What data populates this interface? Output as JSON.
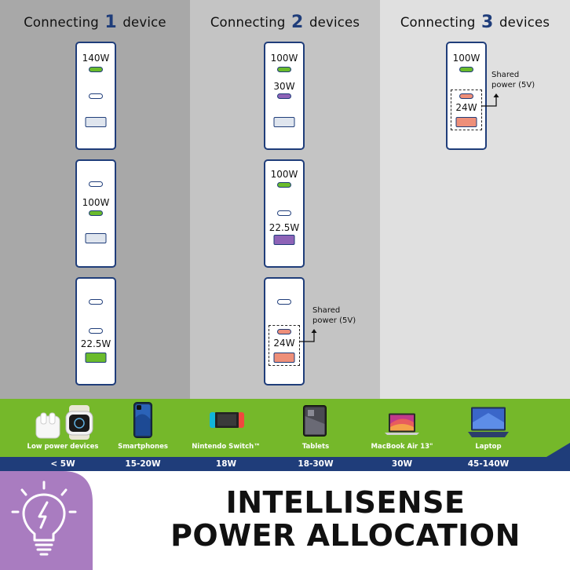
{
  "columns": [
    {
      "title_prefix": "Connecting",
      "number": "1",
      "title_suffix": "device",
      "chargers": [
        {
          "labels": [
            "140W"
          ]
        },
        {
          "labels": [
            "100W"
          ]
        },
        {
          "labels": [
            "22.5W"
          ]
        }
      ]
    },
    {
      "title_prefix": "Connecting",
      "number": "2",
      "title_suffix": "devices",
      "chargers": [
        {
          "labels": [
            "100W",
            "30W"
          ]
        },
        {
          "labels": [
            "100W",
            "22.5W"
          ]
        },
        {
          "labels": [
            "24W"
          ],
          "note": [
            "Shared",
            "power (5V)"
          ]
        }
      ]
    },
    {
      "title_prefix": "Connecting",
      "number": "3",
      "title_suffix": "devices",
      "chargers": [
        {
          "labels": [
            "100W",
            "24W"
          ],
          "note": [
            "Shared",
            "power (5V)"
          ]
        }
      ]
    }
  ],
  "devices": [
    {
      "label": "Low power devices",
      "watt": "< 5W",
      "icon": "earbuds-watch-icon"
    },
    {
      "label": "Smartphones",
      "watt": "15-20W",
      "icon": "smartphone-icon"
    },
    {
      "label": "Nintendo Switch™",
      "watt": "18W",
      "icon": "game-console-icon"
    },
    {
      "label": "Tablets",
      "watt": "18-30W",
      "icon": "tablet-icon"
    },
    {
      "label": "MacBook Air 13\"",
      "watt": "30W",
      "icon": "laptop-icon"
    },
    {
      "label": "Laptop",
      "watt": "45-140W",
      "icon": "laptop-icon"
    }
  ],
  "headline": {
    "line1": "INTELLISENSE",
    "line2": "POWER ALLOCATION"
  },
  "colors": {
    "navy": "#1f3d7a",
    "green": "#6abb2c",
    "purple": "#8e63b7",
    "salmon": "#ee8f79",
    "band_green": "#75b82a",
    "badge_purple": "#a97cc0"
  },
  "icons": {
    "bulb": "lightbulb-bolt-icon"
  }
}
